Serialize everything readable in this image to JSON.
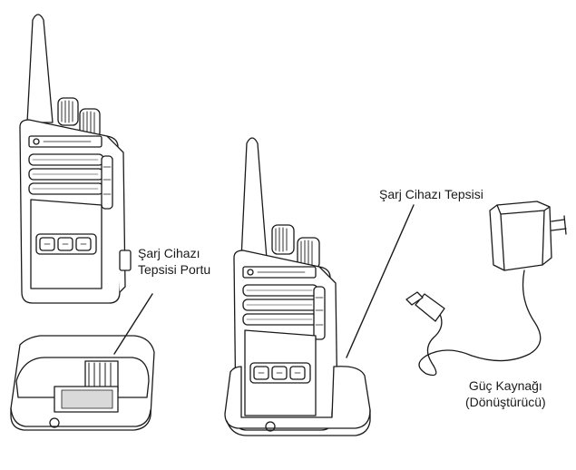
{
  "labels": {
    "tray_port": {
      "line1": "Şarj Cihazı",
      "line2": "Tepsisi Portu"
    },
    "charger_tray": "Şarj Cihazı Tepsisi",
    "power_supply": {
      "line1": "Güç Kaynağı",
      "line2": "(Dönüştürücü)"
    }
  },
  "colors": {
    "ink": "#1a1a1a",
    "fill": "#ffffff",
    "shade": "#d9d9d9"
  }
}
